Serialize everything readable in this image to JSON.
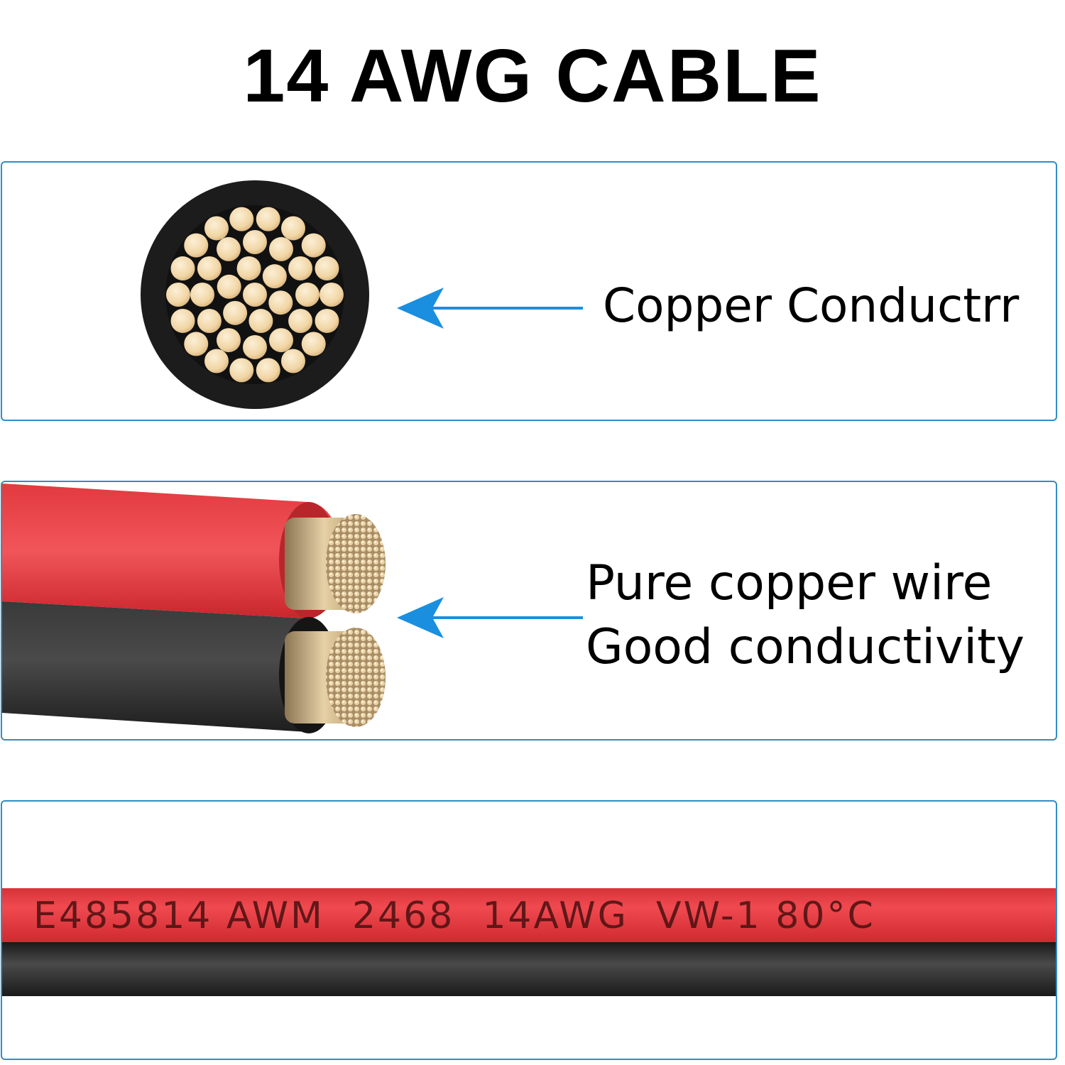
{
  "title": "14 AWG CABLE",
  "panels": {
    "cross_section": {
      "label": "Copper Conductrr"
    },
    "wire_ends": {
      "line1": "Pure copper wire",
      "line2": "Good conductivity"
    },
    "cable_print": {
      "text": "E485814 AWM  2468  14AWG  VW-1 80°C"
    }
  },
  "colors": {
    "border": "#2e8fc5",
    "arrow": "#1a8fe0",
    "red_jacket": "#e8353b",
    "black_jacket": "#2b2b2b",
    "copper": "#f1d5a4"
  },
  "icons": [
    "arrow-left-icon"
  ]
}
